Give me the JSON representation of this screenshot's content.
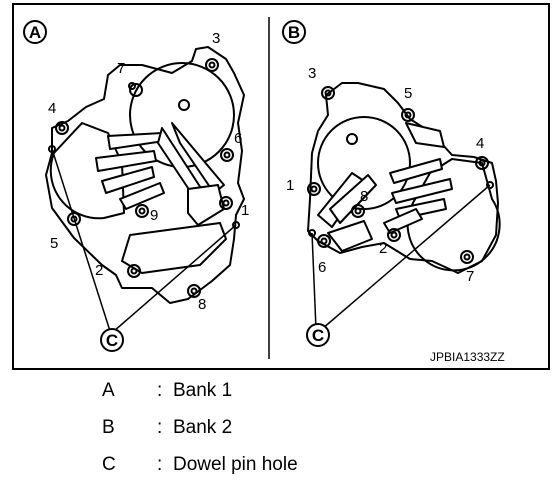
{
  "diagram": {
    "panel_a": {
      "marker": "A",
      "callouts": [
        "1",
        "2",
        "3",
        "4",
        "5",
        "6",
        "7",
        "8",
        "9"
      ],
      "dowel_marker": "C"
    },
    "panel_b": {
      "marker": "B",
      "callouts": [
        "1",
        "2",
        "3",
        "4",
        "5",
        "6",
        "7",
        "8"
      ],
      "dowel_marker": "C"
    },
    "image_code": "JPBIA1333ZZ"
  },
  "legend": [
    {
      "key": "A",
      "colon": ":",
      "desc": "Bank 1"
    },
    {
      "key": "B",
      "colon": ":",
      "desc": "Bank 2"
    },
    {
      "key": "C",
      "colon": ":",
      "desc": "Dowel pin hole"
    }
  ]
}
